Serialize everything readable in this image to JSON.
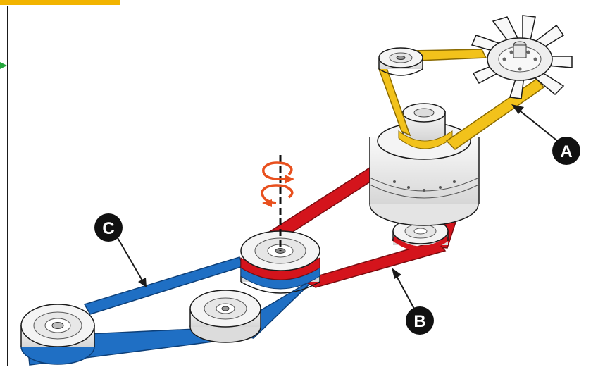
{
  "callouts": {
    "a": {
      "label": "A",
      "color": "#f2c21b"
    },
    "b": {
      "label": "B",
      "color": "#d4141c"
    },
    "c": {
      "label": "C",
      "color": "#1f6fc4"
    }
  },
  "colors": {
    "accent_tab": "#f2b400",
    "belt_a": "#f2c21b",
    "belt_b": "#d4141c",
    "belt_c": "#1f6fc4",
    "rotation_arrows": "#e8501e",
    "pulley": "#f2f2f2",
    "outline": "#1a1a1a"
  },
  "icons": [
    "fan-icon",
    "pulley-icon",
    "rotation-arrow-icon",
    "pointer-arrow-icon"
  ]
}
